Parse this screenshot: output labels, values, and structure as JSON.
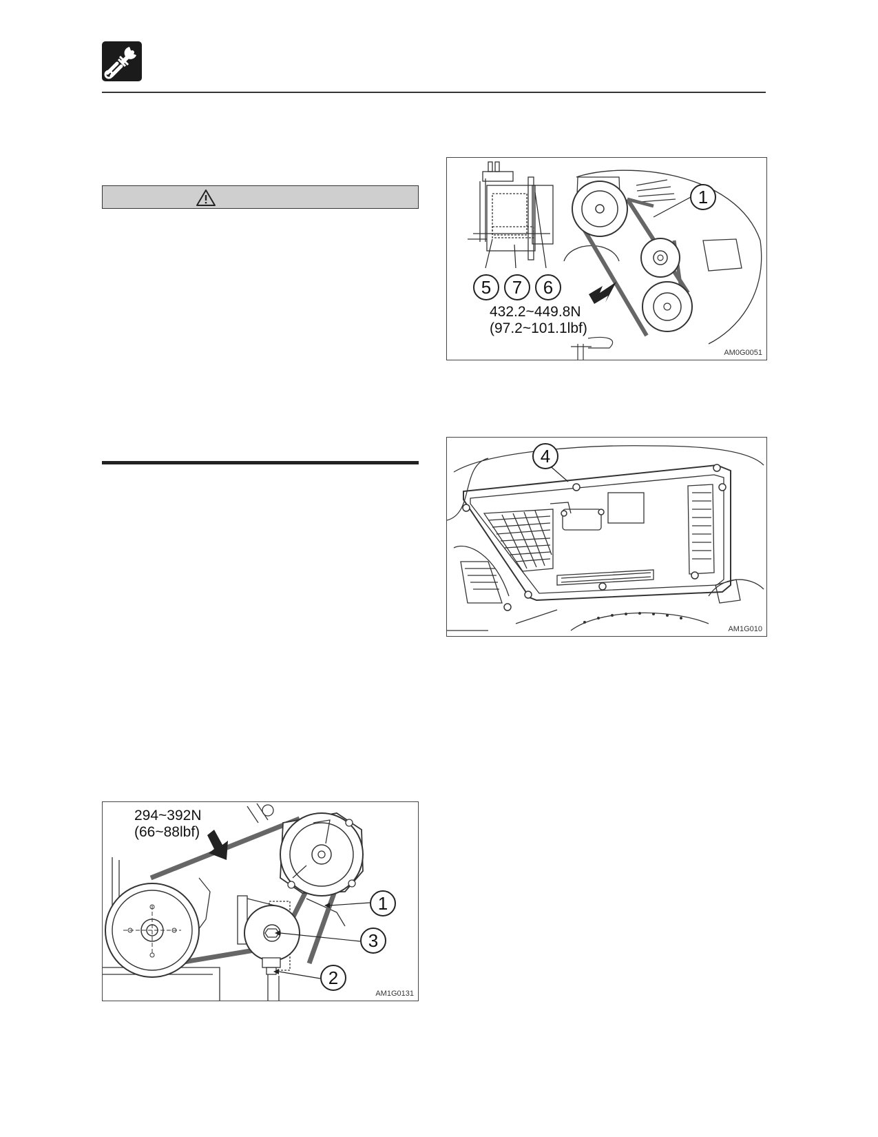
{
  "header": {
    "icon": "service-wrench-icon"
  },
  "warning": {
    "icon": "warning-triangle-icon"
  },
  "figures": {
    "fig1": {
      "code": "AM0G0051",
      "force_line1": "432.2~449.8N",
      "force_line2": "(97.2~101.1lbf)",
      "callouts": [
        "1",
        "5",
        "7",
        "6"
      ]
    },
    "fig2": {
      "code": "AM1G010",
      "callouts": [
        "4"
      ]
    },
    "fig3": {
      "code": "AM1G0131",
      "force_line1": "294~392N",
      "force_line2": "(66~88lbf)",
      "callouts": [
        "1",
        "3",
        "2"
      ]
    }
  }
}
